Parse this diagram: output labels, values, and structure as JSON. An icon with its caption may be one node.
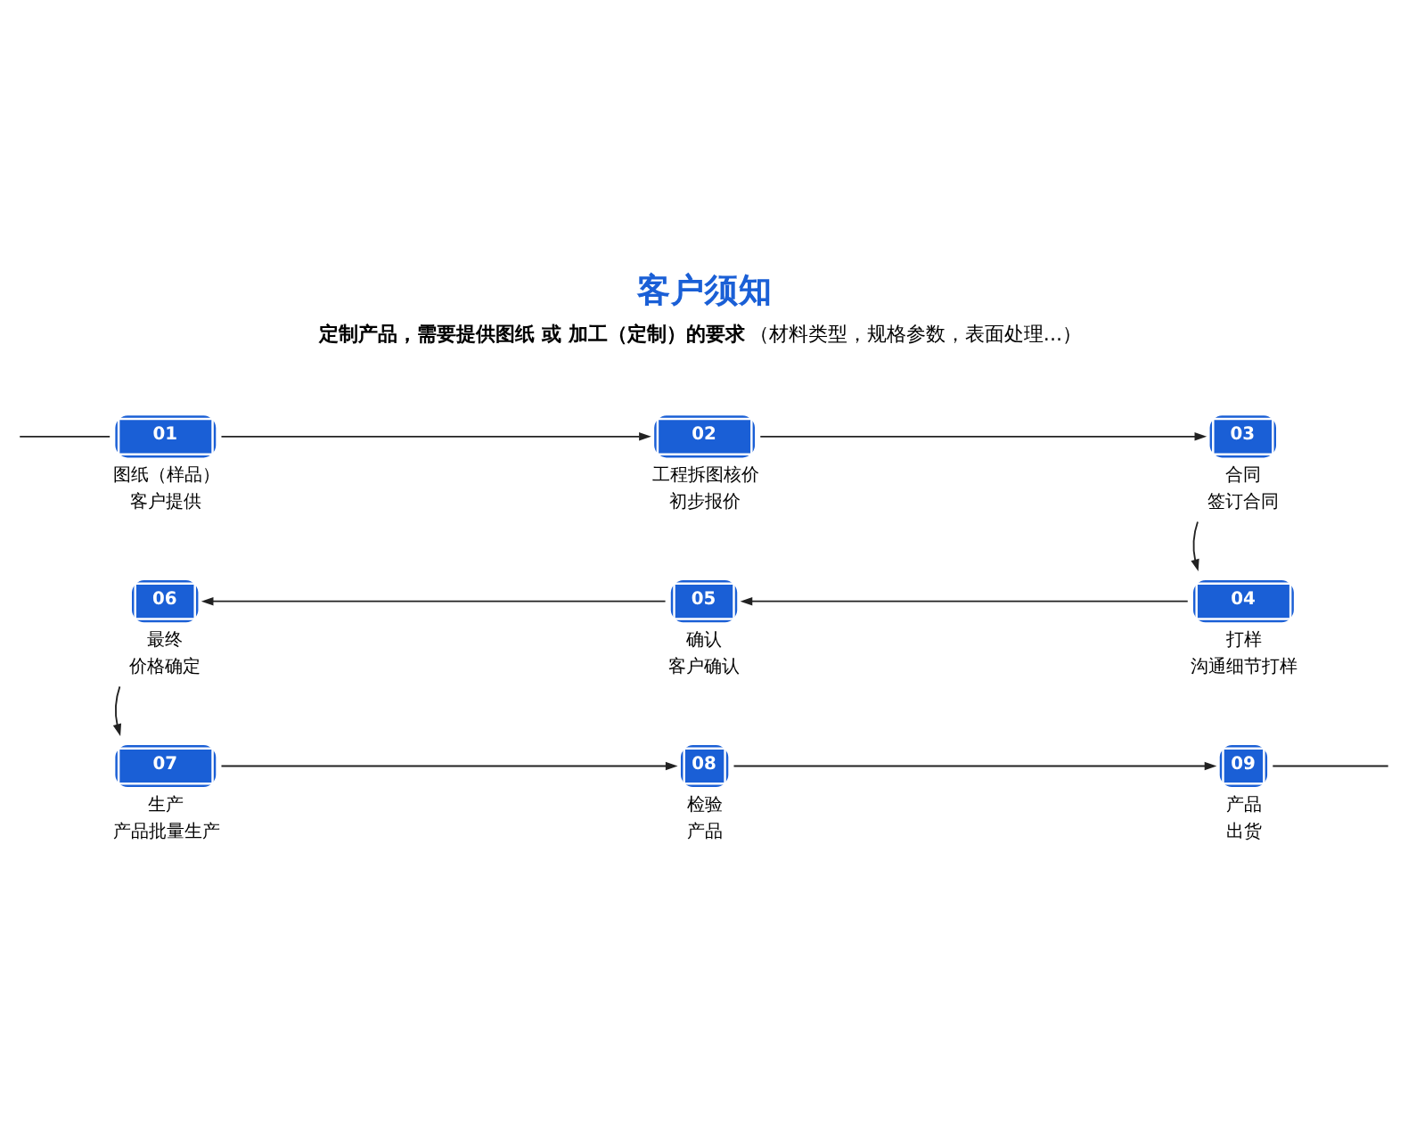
{
  "diagram": {
    "title": "客户须知",
    "nodes": [
      {
        "text": [
          "01"
        ],
        "beside": [
          "图纸（样品）",
          "客户提供"
        ]
      },
      {
        "text": [
          "02"
        ],
        "beside": [
          "工程拆图核价",
          "初步报价"
        ]
      },
      {
        "text": [
          "03"
        ],
        "beside": [
          "合同",
          "签订合同"
        ]
      },
      {
        "text": [
          "04"
        ],
        "beside": [
          "打样",
          "沟通细节打样"
        ]
      },
      {
        "text": [
          "05"
        ],
        "beside": [
          "确认",
          "客户确认"
        ]
      },
      {
        "text": [
          "06"
        ],
        "beside": [
          "最终",
          "价格确定"
        ]
      },
      {
        "text": [
          "07"
        ],
        "beside": [
          "生产",
          "产品批量生产"
        ]
      },
      {
        "text": [
          "08"
        ],
        "beside": [
          "检验",
          "产品"
        ]
      },
      {
        "text": [
          "09"
        ],
        "beside": [
          "产品",
          "出货"
        ]
      }
    ],
    "edges": [
      {
        "from": null,
        "to": 0,
        "arrow": "none"
      },
      {
        "from": 0,
        "to": 1,
        "arrow": "to"
      },
      {
        "from": 1,
        "to": 2,
        "arrow": "to"
      },
      {
        "from": 2,
        "to": 3,
        "arrow": "to"
      },
      {
        "from": 3,
        "to": 4,
        "arrow": "to"
      },
      {
        "from": 4,
        "to": 5,
        "arrow": "to"
      },
      {
        "from": 5,
        "to": 6,
        "arrow": "to"
      },
      {
        "from": 6,
        "to": 7,
        "arrow": "to"
      },
      {
        "from": 7,
        "to": 8,
        "arrow": "to"
      },
      {
        "from": 8,
        "to": null,
        "arrow": "none"
      }
    ],
    "labels": [
      "**定制产品，需要提供图纸 或 加工（定制）的要求**（材料类型，规格参数，表面处理...）"
    ]
  }
}
